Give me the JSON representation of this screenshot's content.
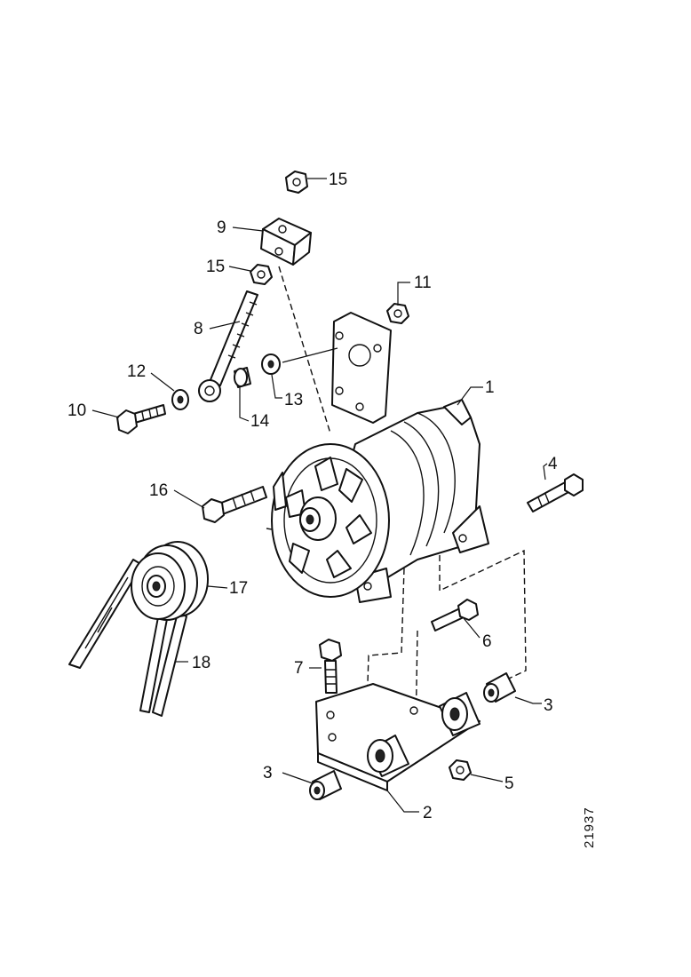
{
  "figure_number": "21937",
  "callouts": [
    {
      "id": "c1",
      "label": "1"
    },
    {
      "id": "c2",
      "label": "2"
    },
    {
      "id": "c3a",
      "label": "3"
    },
    {
      "id": "c3b",
      "label": "3"
    },
    {
      "id": "c4",
      "label": "4"
    },
    {
      "id": "c5",
      "label": "5"
    },
    {
      "id": "c6",
      "label": "6"
    },
    {
      "id": "c7",
      "label": "7"
    },
    {
      "id": "c8",
      "label": "8"
    },
    {
      "id": "c9",
      "label": "9"
    },
    {
      "id": "c10",
      "label": "10"
    },
    {
      "id": "c11",
      "label": "11"
    },
    {
      "id": "c12",
      "label": "12"
    },
    {
      "id": "c13",
      "label": "13"
    },
    {
      "id": "c14",
      "label": "14"
    },
    {
      "id": "c15a",
      "label": "15"
    },
    {
      "id": "c15b",
      "label": "15"
    },
    {
      "id": "c16",
      "label": "16"
    },
    {
      "id": "c17",
      "label": "17"
    },
    {
      "id": "c18",
      "label": "18"
    }
  ]
}
